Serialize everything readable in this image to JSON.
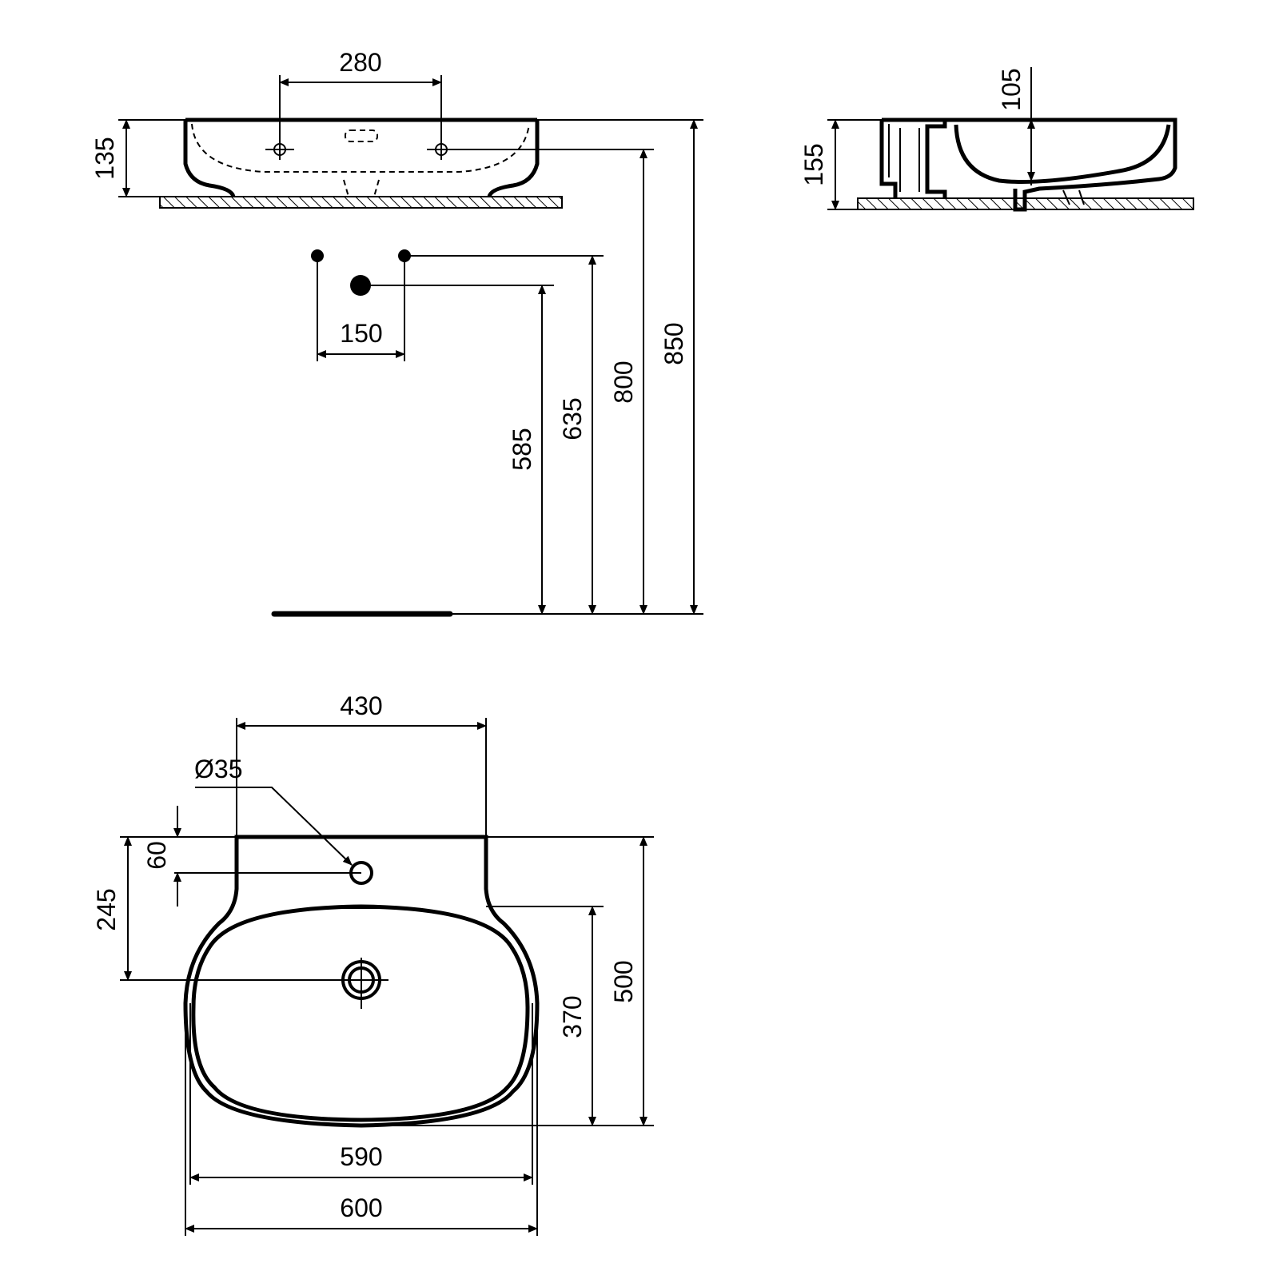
{
  "diagram": {
    "type": "technical-drawing",
    "views": [
      "front-elevation",
      "side-elevation",
      "plan"
    ],
    "dimensions": {
      "front_width_280": "280",
      "front_height_135": "135",
      "valve_spacing_150": "150",
      "height_585": "585",
      "height_635": "635",
      "height_800": "800",
      "height_850": "850",
      "side_height_155": "155",
      "side_depth_105": "105",
      "plan_width_430": "430",
      "plan_hole_diameter": "Ø35",
      "plan_offset_60": "60",
      "plan_drain_245": "245",
      "plan_bowl_370": "370",
      "plan_depth_500": "500",
      "plan_bowl_width_590": "590",
      "plan_overall_width_600": "600"
    }
  }
}
